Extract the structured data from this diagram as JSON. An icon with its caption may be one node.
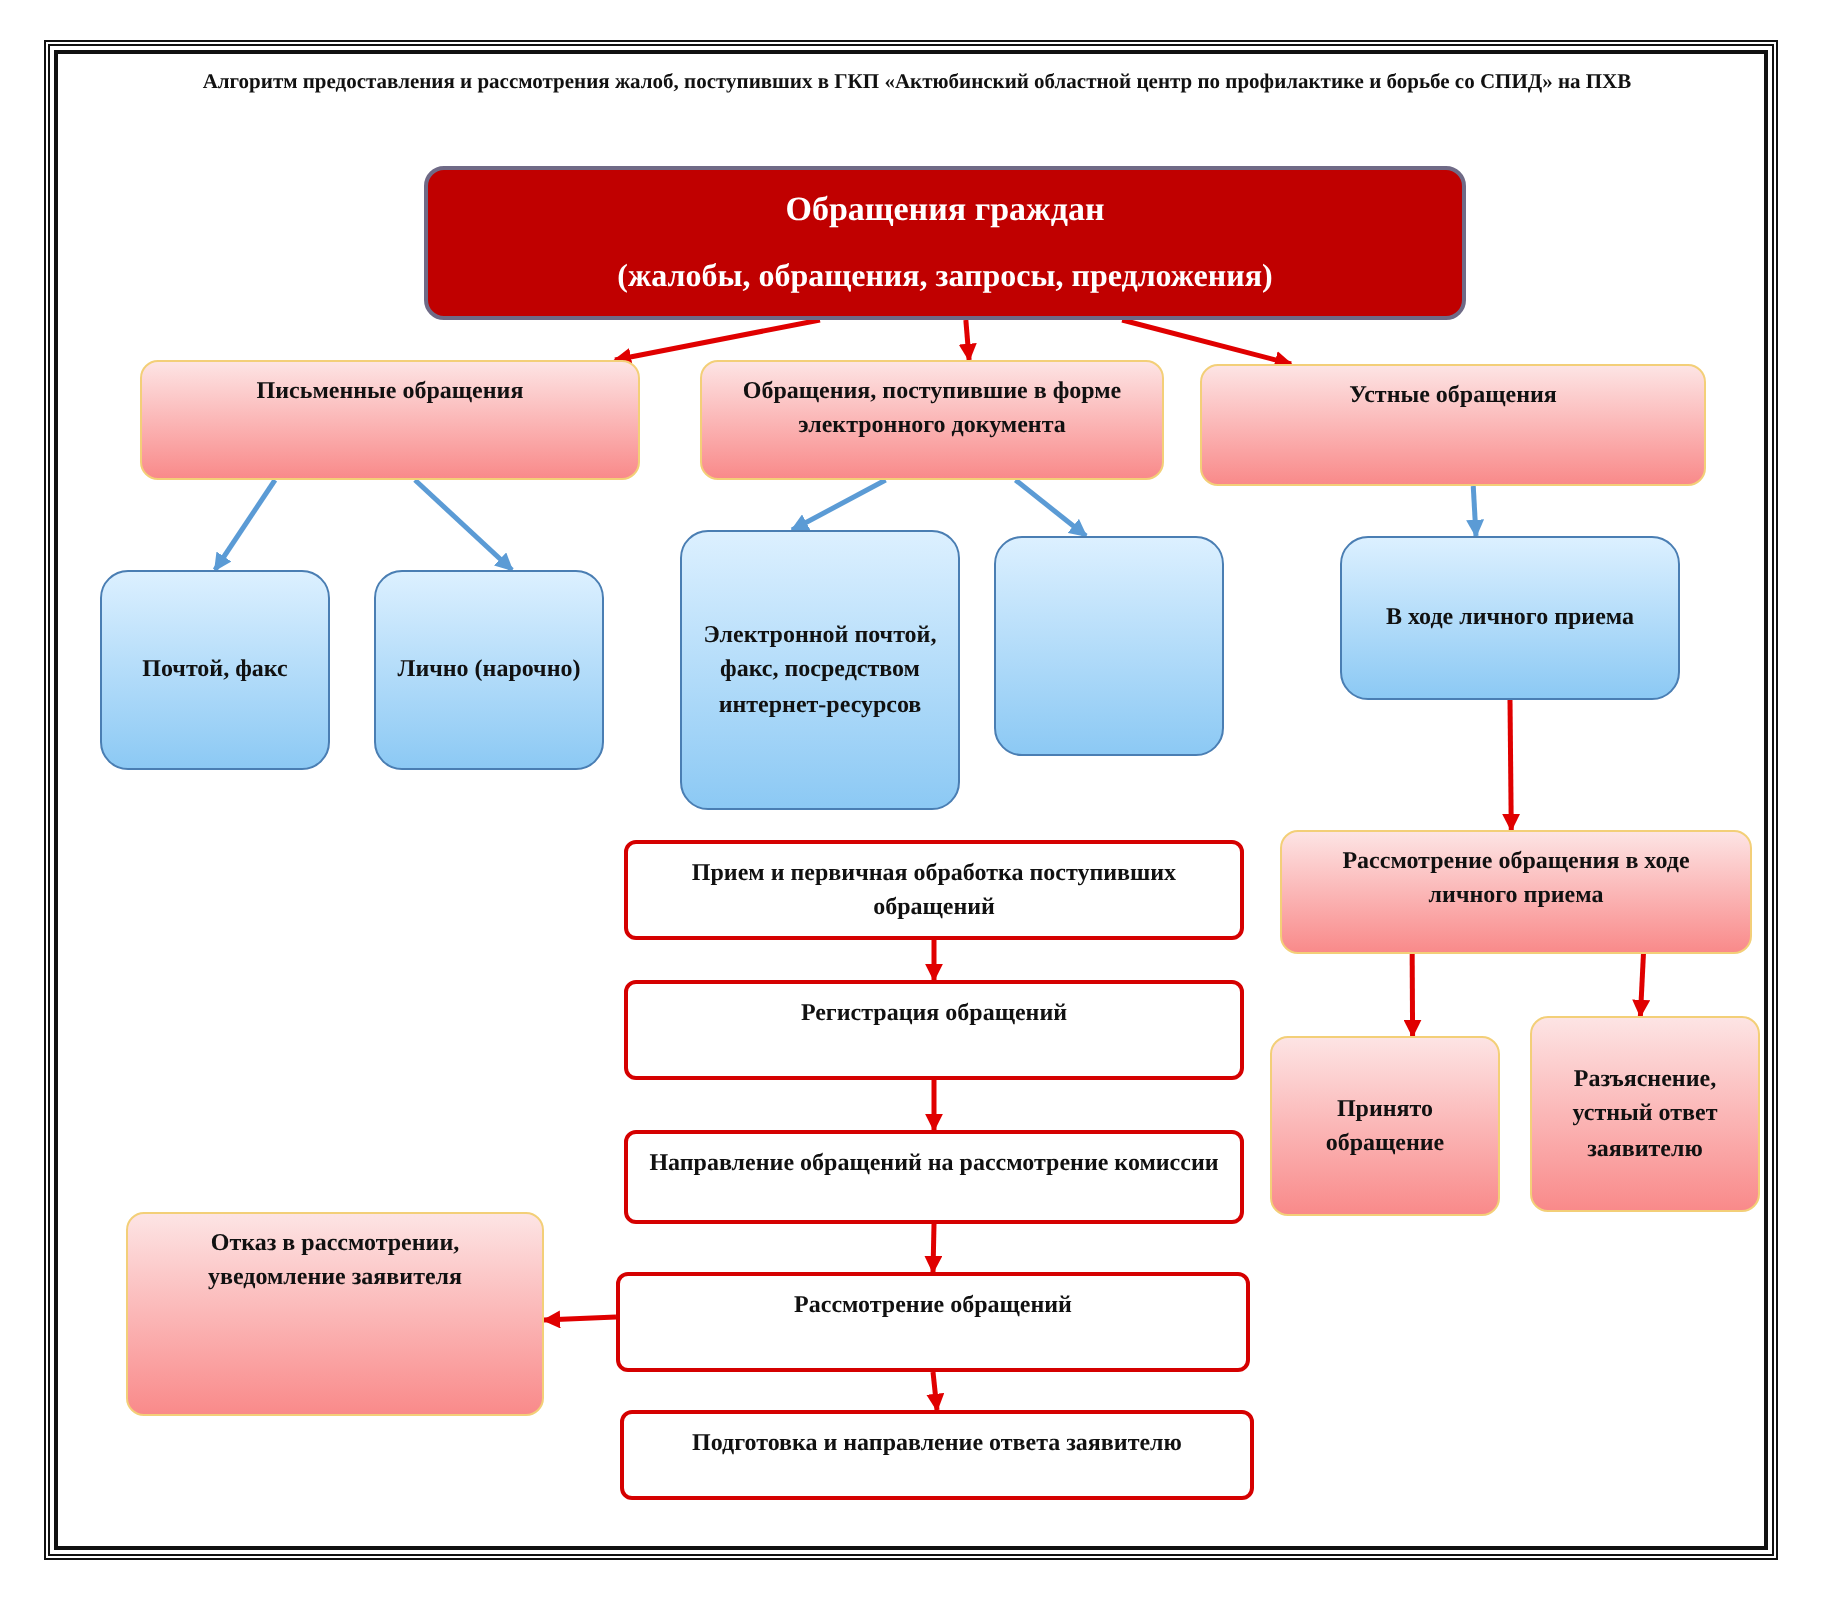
{
  "diagram": {
    "title": "Алгоритм предоставления и рассмотрения жалоб, поступивших в ГКП «Актюбинский областной центр по профилактике и борьбе со СПИД» на ПХВ",
    "nodes": [
      {
        "text": [
          "Обращения граждан",
          "(жалобы, обращения, запросы, предложения)"
        ]
      },
      {
        "text": [
          "Письменные обращения"
        ]
      },
      {
        "text": [
          "Обращения, поступившие в форме электронного документа"
        ]
      },
      {
        "text": [
          "Устные обращения"
        ]
      },
      {
        "text": [
          "Почтой, факс"
        ]
      },
      {
        "text": [
          "Лично (нарочно)"
        ]
      },
      {
        "text": [
          "Электронной почтой, факс, посредством интернет-ресурсов"
        ]
      },
      {
        "text": [],
        "shape": "box"
      },
      {
        "text": [
          "В ходе личного приема"
        ]
      },
      {
        "text": [
          "Прием и первичная обработка поступивших обращений"
        ]
      },
      {
        "text": [
          "Рассмотрение обращения в ходе личного приема"
        ]
      },
      {
        "text": [
          "Регистрация обращений"
        ]
      },
      {
        "text": [
          "Принято обращение"
        ]
      },
      {
        "text": [
          "Разъяснение, устный ответ заявителю"
        ]
      },
      {
        "text": [
          "Направление обращений на рассмотрение комиссии"
        ]
      },
      {
        "text": [
          "Отказ в рассмотрении, уведомление заявителя"
        ]
      },
      {
        "text": [
          "Рассмотрение обращений"
        ]
      },
      {
        "text": [
          "Подготовка и направление ответа заявителю"
        ]
      }
    ],
    "edges": [
      {
        "from": 0,
        "to": 1,
        "arrow": "to"
      },
      {
        "from": 0,
        "to": 2,
        "arrow": "to"
      },
      {
        "from": 0,
        "to": 3,
        "arrow": "to"
      },
      {
        "from": 1,
        "to": 4,
        "arrow": "to",
        "color": "#5b9bd5"
      },
      {
        "from": 1,
        "to": 5,
        "arrow": "to",
        "color": "#5b9bd5"
      },
      {
        "from": 2,
        "to": 6,
        "arrow": "to",
        "color": "#5b9bd5"
      },
      {
        "from": 2,
        "to": 7,
        "arrow": "to",
        "color": "#5b9bd5"
      },
      {
        "from": 3,
        "to": 8,
        "arrow": "to",
        "color": "#5b9bd5"
      },
      {
        "from": 8,
        "to": 10,
        "arrow": "to"
      },
      {
        "from": 10,
        "to": 12,
        "arrow": "to"
      },
      {
        "from": 10,
        "to": 13,
        "arrow": "to"
      },
      {
        "from": 9,
        "to": 11,
        "arrow": "to"
      },
      {
        "from": 11,
        "to": 14,
        "arrow": "to"
      },
      {
        "from": 14,
        "to": 16,
        "arrow": "to"
      },
      {
        "from": 16,
        "to": 17,
        "arrow": "to"
      },
      {
        "from": 16,
        "to": 15,
        "arrow": "to"
      }
    ]
  }
}
